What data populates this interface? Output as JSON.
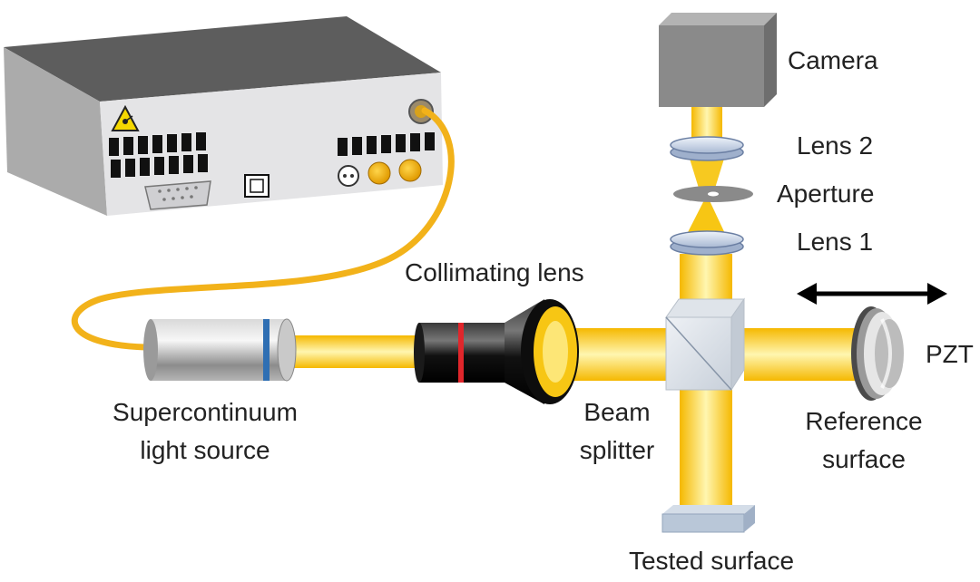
{
  "diagram": {
    "labels": {
      "camera": "Camera",
      "lens2": "Lens 2",
      "aperture": "Aperture",
      "lens1": "Lens 1",
      "collimating_lens": "Collimating lens",
      "pzt": "PZT",
      "source_line1": "Supercontinuum",
      "source_line2": "light source",
      "beam_splitter_line1": "Beam",
      "beam_splitter_line2": "splitter",
      "reference_line1": "Reference",
      "reference_line2": "surface",
      "tested_surface": "Tested surface"
    },
    "colors": {
      "beam": "#f7c614",
      "fiber": "#f2b21a",
      "chassis_top": "#5e5e5e",
      "chassis_front": "#e3e3e5",
      "camera": "#8a8a8a",
      "stripe_blue": "#2f6fb3",
      "stripe_red": "#e0262b"
    },
    "icons": [
      "laser-warning-icon",
      "double-arrow-icon"
    ]
  }
}
